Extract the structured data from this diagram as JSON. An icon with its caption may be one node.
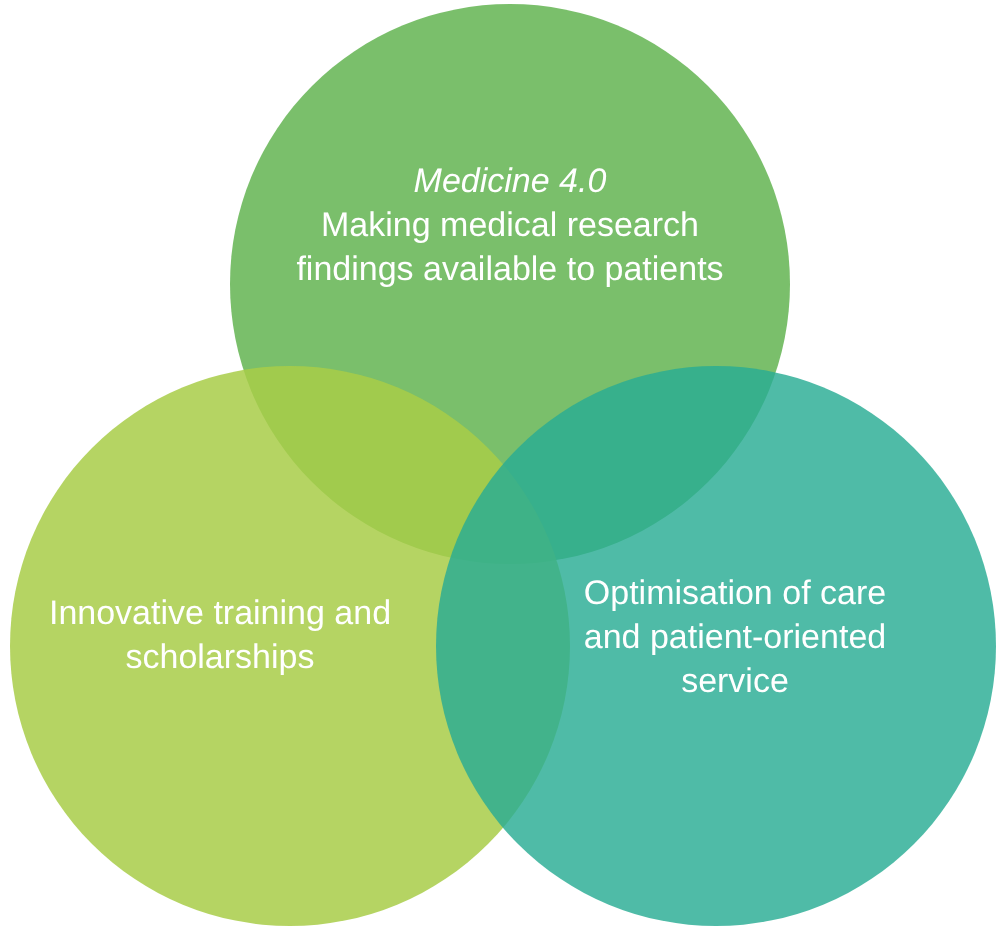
{
  "diagram": {
    "nodes": [
      {
        "text": [
          "Medicine 4.0",
          "Making medical research findings available to patients"
        ]
      },
      {
        "text": [
          "Innovative training and scholarships"
        ]
      },
      {
        "text": [
          "Optimisation of care and patient-oriented service"
        ]
      }
    ]
  }
}
